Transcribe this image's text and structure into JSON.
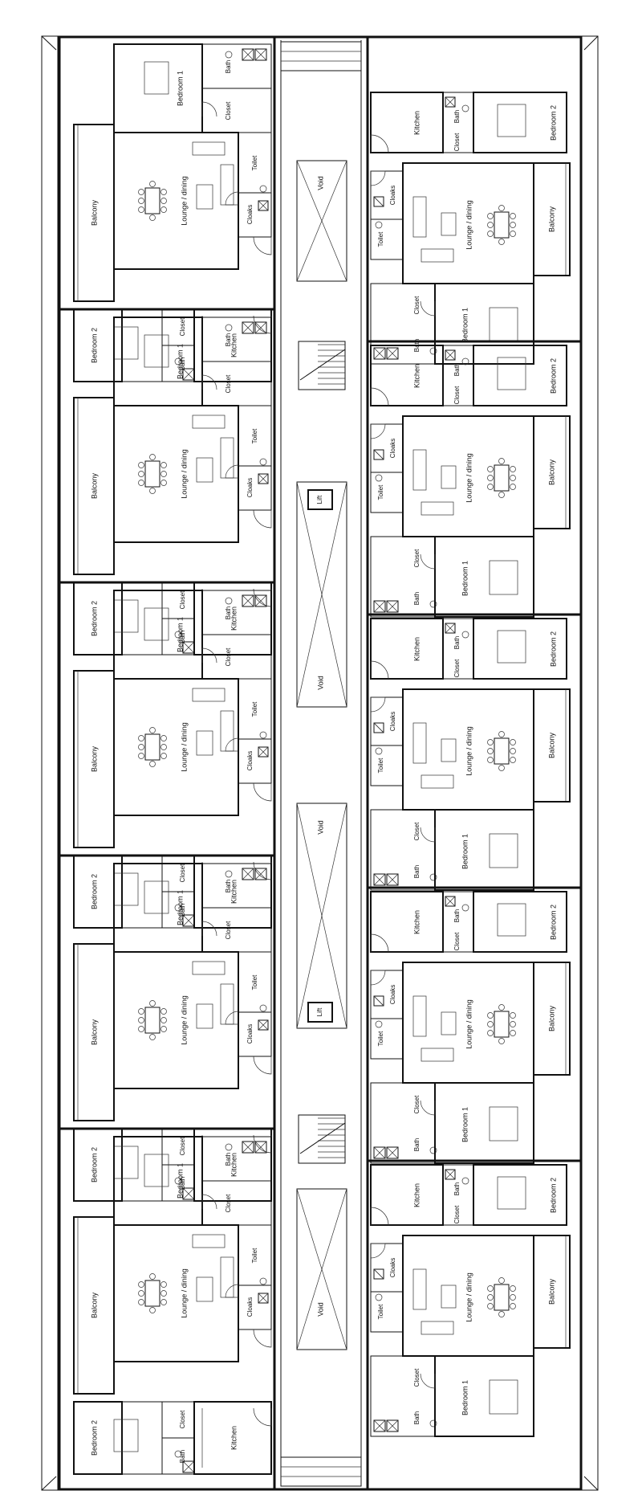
{
  "labels": {
    "bedroom1": "Bedroom 1",
    "bedroom2": "Bedroom 2",
    "bath": "Bath",
    "closet": "Closet",
    "toilet": "Toilet",
    "cloaks": "Cloaks",
    "kitchen": "Kitchen",
    "lounge": "Lounge / dining",
    "balcony": "Balcony",
    "void": "Void",
    "lift": "Lift"
  }
}
